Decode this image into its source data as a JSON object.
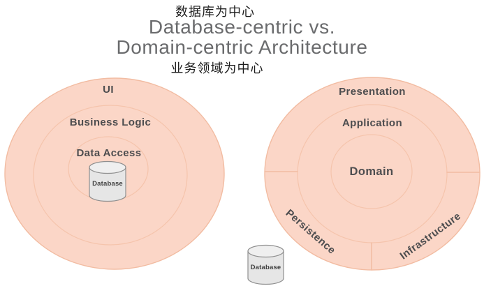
{
  "colors": {
    "circle_fill": "#fbd6c7",
    "circle_stroke": "#f2bca2",
    "layer_label": "#4d4d4f",
    "title_gray": "#6a6b6d",
    "annotation_black": "#1c1c1c",
    "cylinder_body": "#e6e6e6",
    "cylinder_top": "#efefef",
    "cylinder_stroke": "#8f8f8f"
  },
  "header": {
    "top_annotation": "数据库为中心",
    "title_line1": "Database-centric vs.",
    "title_line2": "Domain-centric Architecture",
    "bottom_annotation": "业务领域为中心"
  },
  "left_diagram": {
    "layers": [
      {
        "label": "UI"
      },
      {
        "label": "Business Logic"
      },
      {
        "label": "Data Access"
      }
    ],
    "database_label": "Database"
  },
  "right_diagram": {
    "layers": [
      {
        "label": "Presentation"
      },
      {
        "label": "Application"
      },
      {
        "label": "Domain"
      }
    ],
    "outer_segments": [
      {
        "label": "Persistence"
      },
      {
        "label": "Infrastructure"
      }
    ],
    "database_label": "Database"
  }
}
